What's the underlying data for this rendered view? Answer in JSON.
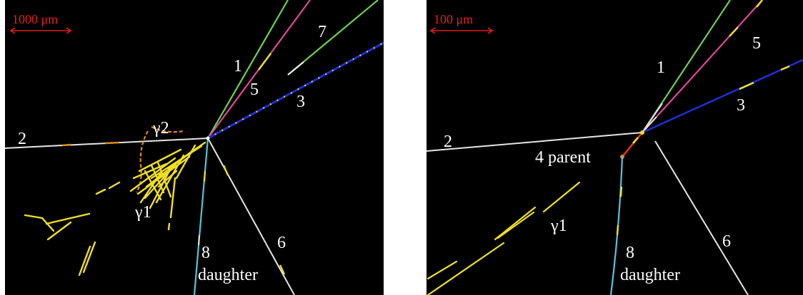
{
  "colors": {
    "background": "#000000",
    "scale_bar": "#e0201c",
    "track_white": "#e6e6e6",
    "track_green": "#6fd14f",
    "track_magenta": "#e0479a",
    "track_blue": "#1c2fd6",
    "track_yellow": "#f0e020",
    "track_cyan": "#53c6d8",
    "track_orange": "#e08a1a",
    "track_red": "#e0301c"
  },
  "left_panel": {
    "scale_label": "1000 μm",
    "labels": {
      "track_1": "1",
      "track_2": "2",
      "track_3": "3",
      "track_5": "5",
      "track_6": "6",
      "track_7": "7",
      "track_8": "8",
      "daughter": "daughter",
      "gamma_1": "γ1",
      "gamma_2": "γ2"
    }
  },
  "right_panel": {
    "scale_label": "100 μm",
    "labels": {
      "track_1": "1",
      "track_2": "2",
      "track_3": "3",
      "track_4_parent": "4 parent",
      "track_5": "5",
      "track_6": "6",
      "track_8": "8",
      "daughter": "daughter",
      "gamma_1": "γ1"
    }
  }
}
